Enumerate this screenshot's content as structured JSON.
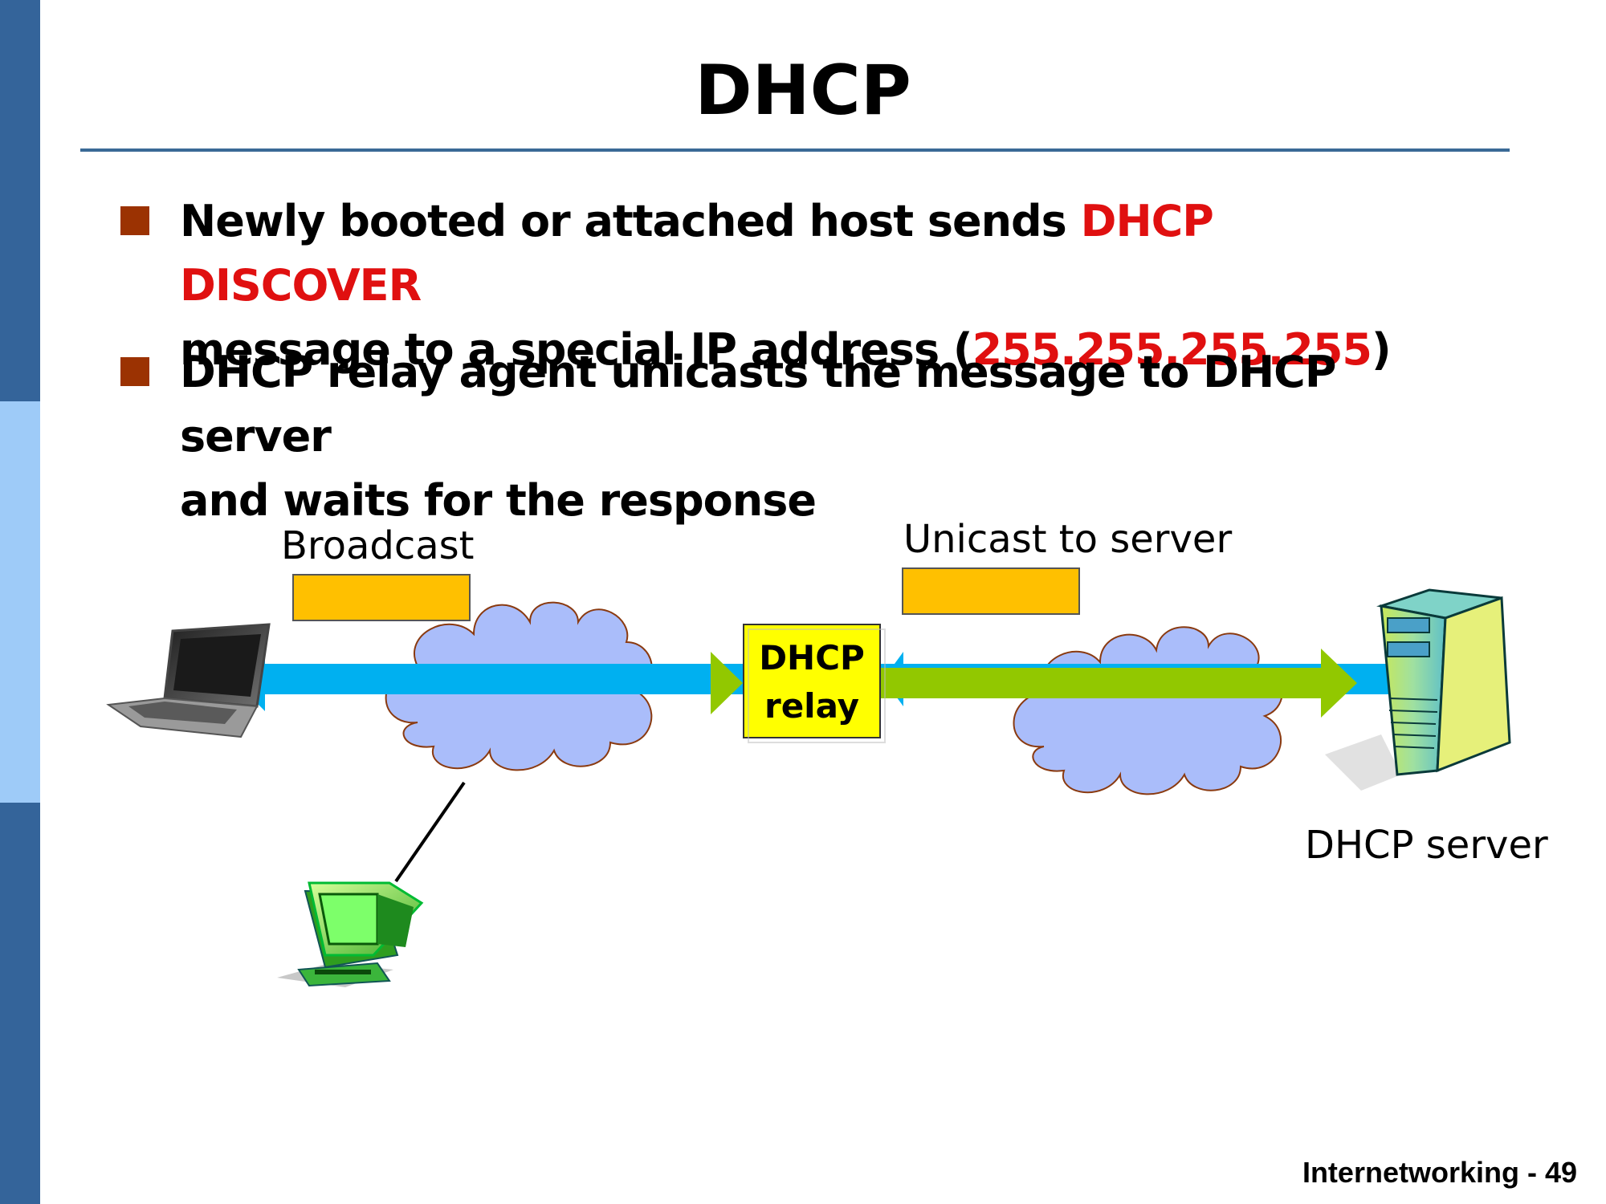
{
  "slide": {
    "title": "DHCP",
    "footer": "Internetworking - 49"
  },
  "bullets": [
    {
      "pre": "Newly booted or attached host sends ",
      "highlight": "DHCP DISCOVER",
      "line2_pre": "message to a special IP address (",
      "line2_highlight": "255.255.255.255",
      "line2_post": ")"
    },
    {
      "line1": "DHCP relay agent unicasts the message to DHCP server",
      "line2": "and waits for the response"
    }
  ],
  "diagram": {
    "broadcast_label": "Broadcast",
    "unicast_label": "Unicast to server",
    "relay_line1": "DHCP",
    "relay_line2": "relay",
    "server_label": "DHCP server"
  },
  "colors": {
    "sidebar_dark": "#34649a",
    "sidebar_light": "#9ecbf8",
    "bullet": "#9b3202",
    "highlight_red": "#e01010",
    "blue_arrow": "#00b0f0",
    "green_arrow": "#92c800",
    "packet": "#ffc000",
    "relay_box": "#ffff00",
    "cloud": "#aabdfa",
    "cloud_border": "#8a3a10"
  },
  "icons": [
    "laptop-icon",
    "desktop-computer-icon",
    "server-icon",
    "cloud-icon"
  ]
}
